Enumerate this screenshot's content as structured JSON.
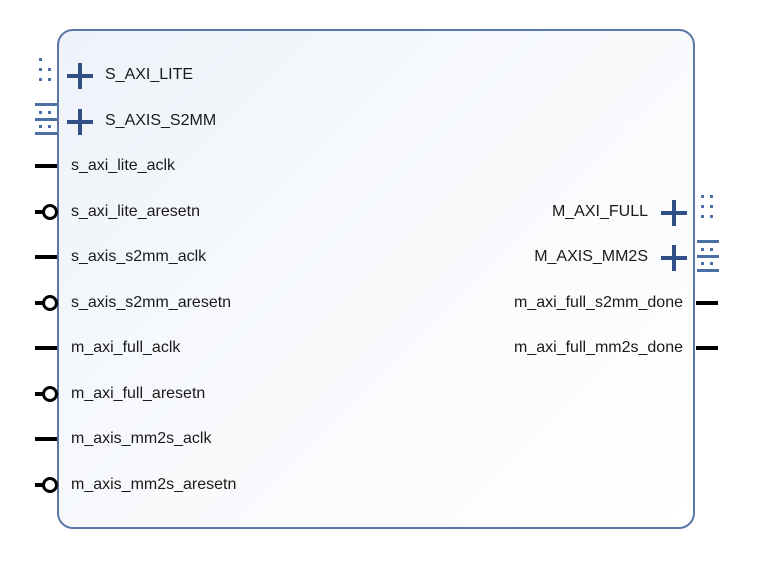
{
  "block": {
    "left_ports": {
      "buses": [
        {
          "name": "S_AXI_LITE",
          "icon": "axi-lite-bus-icon"
        },
        {
          "name": "S_AXIS_S2MM",
          "icon": "axis-stream-bus-icon"
        }
      ],
      "pins": [
        {
          "name": "s_axi_lite_aclk",
          "active_low": false
        },
        {
          "name": "s_axi_lite_aresetn",
          "active_low": true
        },
        {
          "name": "s_axis_s2mm_aclk",
          "active_low": false
        },
        {
          "name": "s_axis_s2mm_aresetn",
          "active_low": true
        },
        {
          "name": "m_axi_full_aclk",
          "active_low": false
        },
        {
          "name": "m_axi_full_aresetn",
          "active_low": true
        },
        {
          "name": "m_axis_mm2s_aclk",
          "active_low": false
        },
        {
          "name": "m_axis_mm2s_aresetn",
          "active_low": true
        }
      ]
    },
    "right_ports": {
      "buses": [
        {
          "name": "M_AXI_FULL",
          "icon": "axi-full-bus-icon"
        },
        {
          "name": "M_AXIS_MM2S",
          "icon": "axis-stream-bus-icon"
        }
      ],
      "pins": [
        {
          "name": "m_axi_full_s2mm_done",
          "active_low": false
        },
        {
          "name": "m_axi_full_mm2s_done",
          "active_low": false
        }
      ]
    },
    "colors": {
      "border": "#5b76a8",
      "plus": "#2f4f86",
      "bus_icon": "#4a6fa5",
      "pin": "#000000"
    }
  }
}
